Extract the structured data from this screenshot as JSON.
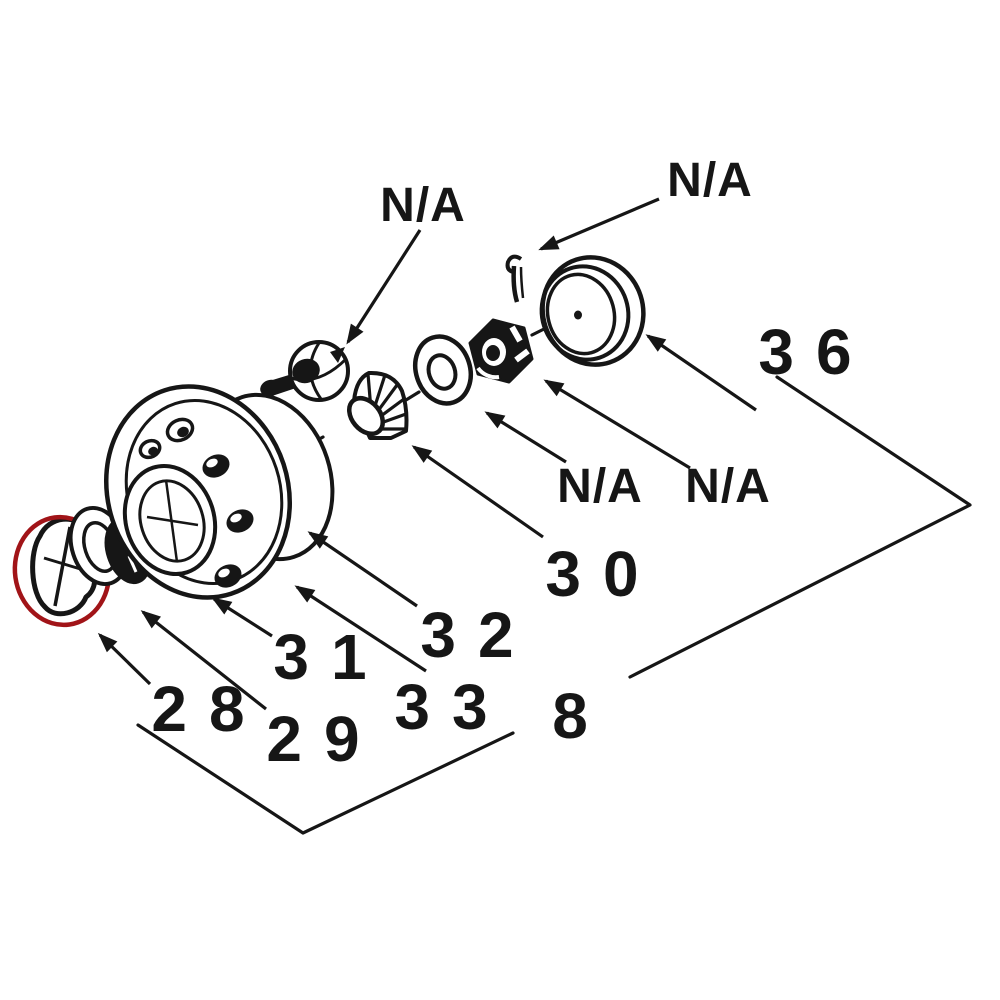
{
  "diagram": {
    "type": "exploded-parts-diagram",
    "subject": "wheel hub and bearing assembly",
    "background_color": "#ffffff",
    "ink_color": "#161616",
    "highlight_circle_color": "#a11418",
    "highlighted_callout": "28",
    "callouts": [
      {
        "id": "na-hub-bolt",
        "text": "N/A",
        "target_part": "hub-bolt"
      },
      {
        "id": "na-cotter-pin",
        "text": "N/A",
        "target_part": "cotter-pin"
      },
      {
        "id": "na-washer",
        "text": "N/A",
        "target_part": "spindle-washer"
      },
      {
        "id": "na-castle-nut",
        "text": "N/A",
        "target_part": "castle-nut"
      },
      {
        "id": "36",
        "text": "36",
        "target_part": "bearing-cup"
      },
      {
        "id": "30",
        "text": "30",
        "target_part": "outer-bearing-cone"
      },
      {
        "id": "32",
        "text": "32",
        "target_part": "hub-barrel"
      },
      {
        "id": "31",
        "text": "31",
        "target_part": "hub-bore"
      },
      {
        "id": "33",
        "text": "33",
        "target_part": "hub-flange"
      },
      {
        "id": "28",
        "text": "28",
        "target_part": "grease-cap"
      },
      {
        "id": "29",
        "text": "29",
        "target_part": "grease-seal"
      },
      {
        "id": "8",
        "text": "8",
        "target_part": "complete-hub-assembly"
      }
    ]
  }
}
